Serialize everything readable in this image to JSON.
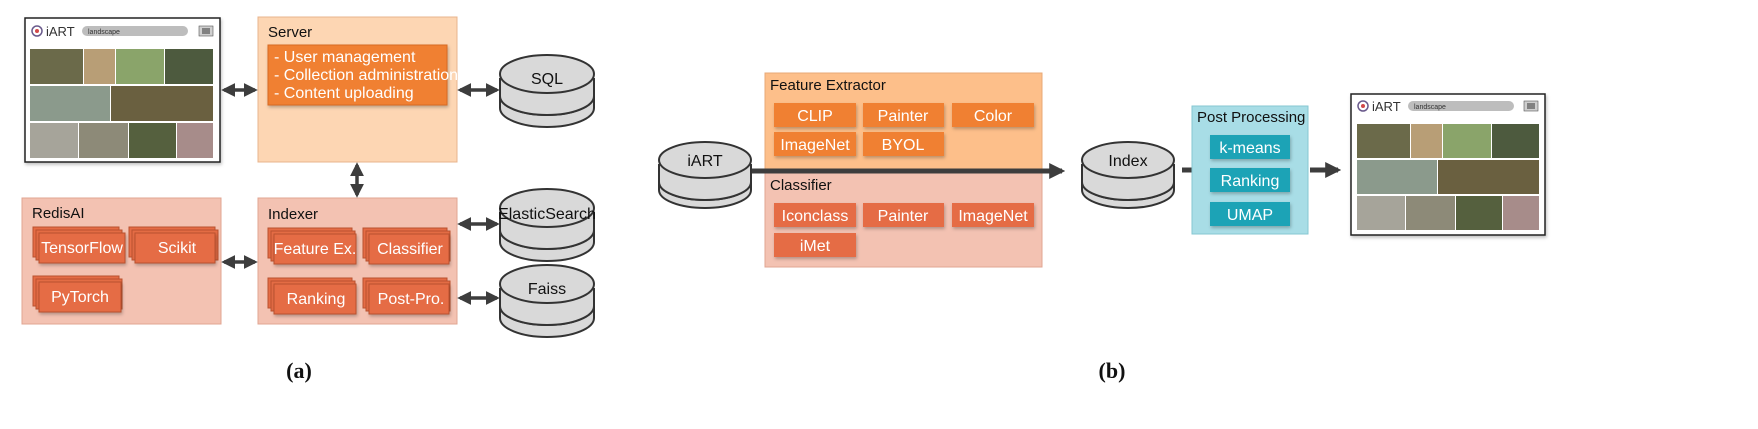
{
  "colors": {
    "server_bg": "#fdd6b3",
    "orange_btn": "#f08033",
    "salmon_bg": "#f3c2b2",
    "red_btn": "#e56c45",
    "teal_bg": "#a8dde6",
    "teal_btn": "#1fa3b6",
    "db_fill": "#d9d9d9",
    "arrow": "#3d3d3d"
  },
  "panel_a": {
    "caption": "(a)",
    "preview": {
      "logo": "iART",
      "search_value": "landscape"
    },
    "server": {
      "title": "Server",
      "items": [
        "- User management",
        "- Collection administration",
        "- Content uploading"
      ]
    },
    "databases": [
      "SQL",
      "ElasticSearch",
      "Faiss"
    ],
    "redisai": {
      "title": "RedisAI",
      "items": [
        "TensorFlow",
        "Scikit",
        "PyTorch"
      ]
    },
    "indexer": {
      "title": "Indexer",
      "items": [
        "Feature Ex.",
        "Classifier",
        "Ranking",
        "Post-Pro."
      ]
    }
  },
  "panel_b": {
    "caption": "(b)",
    "source_db": "iART",
    "index_db": "Index",
    "feature_extractor": {
      "title": "Feature Extractor",
      "items": [
        "CLIP",
        "Painter",
        "Color",
        "ImageNet",
        "BYOL"
      ]
    },
    "classifier": {
      "title": "Classifier",
      "items": [
        "Iconclass",
        "Painter",
        "ImageNet",
        "iMet"
      ]
    },
    "post_processing": {
      "title": "Post Processing",
      "items": [
        "k-means",
        "Ranking",
        "UMAP"
      ]
    },
    "preview": {
      "logo": "iART",
      "search_value": "landscape"
    }
  }
}
